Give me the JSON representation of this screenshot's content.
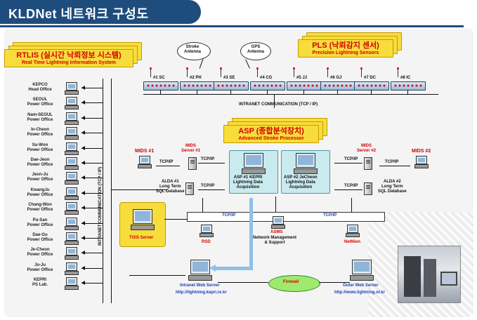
{
  "title": "KLDNet 네트워크 구성도",
  "rtlis": {
    "title": "RTLIS (실시간 낙뢰정보 시스템)",
    "subtitle": "Real Time Lightning Information System"
  },
  "pls": {
    "title": "PLS (낙뢰감지 센서)",
    "subtitle": "Precision Lightning Sensors"
  },
  "asp": {
    "title": "ASP (종합분석장치)",
    "subtitle": "Advanced Stroke Processor"
  },
  "antennas": {
    "stroke": "Stroke\nAntenna",
    "gps": "GPS\nAntenna"
  },
  "sensors": [
    "#1 SC",
    "#2 PH",
    "#3 SE",
    "#4 CG",
    "#5 JJ",
    "#6 GJ",
    "#7 DC",
    "#8 IC"
  ],
  "intranet_h": "INTRANET COMMUNICATION (TCP / IP)",
  "intranet_v": "INTRANET COMMUNICATION (TCP / IP)",
  "offices": [
    "KEPCO\nHead Office",
    "SEOUL\nPower Office",
    "Nam-SEOUL\nPower Office",
    "In-Cheon\nPower Office",
    "Su-Won\nPower Office",
    "Dae-Jeon\nPower Office",
    "Jeon-Ju\nPower Office",
    "KwangJu\nPower Office",
    "Chang-Won\nPower Office",
    "Pu-San\nPower Office",
    "Dae-Gu\nPower Office",
    "Je-Cheon\nPower Office",
    "Jo-Ju\nPower Office",
    "KEPRI\nPS Lab."
  ],
  "nodes": {
    "mids1": "MIDS #1",
    "mids_server1": "MIDS\nServer #1",
    "alda1": "ALDA #1\nLong Term\nSQL Database",
    "asp1": "ASP #1 KEPRI\nLightning Data\nAcquisition",
    "asp2": "ASP #2 JeCheon\nLightning Data\nAcquisition",
    "mids_server2": "MIDS\nServer #2",
    "mids2": "MIDS #2",
    "alda2": "ALDA #2\nLong Term\nSQL Database",
    "tgis": "TGIS Server",
    "rsd": "RSD",
    "asms": "ASMS",
    "asms_desc": "Network Management\n& Support",
    "notion": "NetNion",
    "firewall": "Firewall",
    "intranet_web": "Intranet Web Server",
    "intranet_web_url": "http://lightning.kepri.re.kr",
    "outer_web": "Outer Web Server",
    "outer_web_url": "http://www.lightning.or.kr",
    "tcpip": "TCP/IP"
  },
  "colors": {
    "title_bg": "#1e4d7d",
    "accent_red": "#d40000",
    "accent_blue": "#1a3fb5",
    "yellow": "#f7dd3c",
    "asp_box": "#c9eaee"
  }
}
